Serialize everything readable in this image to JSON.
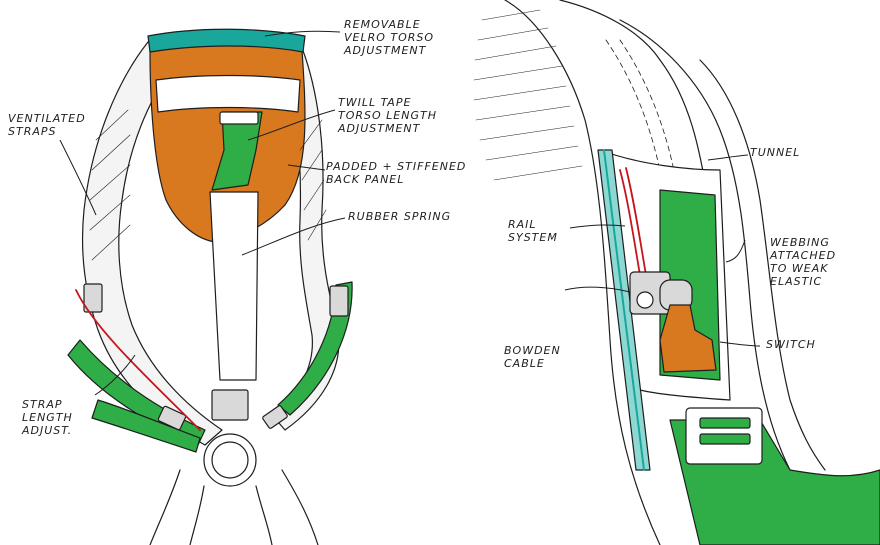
{
  "colors": {
    "orange": "#d9791f",
    "green": "#2fae47",
    "teal": "#1aa79b",
    "teal_light": "#8ed8d4",
    "red": "#c4161c",
    "ink": "#1e1e1e",
    "strap_fill": "#f4f4f4",
    "buckle": "#d9d9d9"
  },
  "labels": {
    "velcro": "REMOVABLE\nVELRO TORSO\nADJUSTMENT",
    "twill": "TWILL TAPE\nTORSO LENGTH\nADJUSTMENT",
    "padded": "PADDED + STIFFENED\nBACK PANEL",
    "rubber": "RUBBER SPRING",
    "ventilated": "VENTILATED\nSTRAPS",
    "strap_length": "STRAP\nLENGTH\nADJUST.",
    "tunnel": "TUNNEL",
    "rail": "RAIL\nSYSTEM",
    "webbing": "WEBBING\nATTACHED\nTO WEAK\nELASTIC",
    "bowden": "BOWDEN\nCABLE",
    "switch": "SWITCH"
  }
}
